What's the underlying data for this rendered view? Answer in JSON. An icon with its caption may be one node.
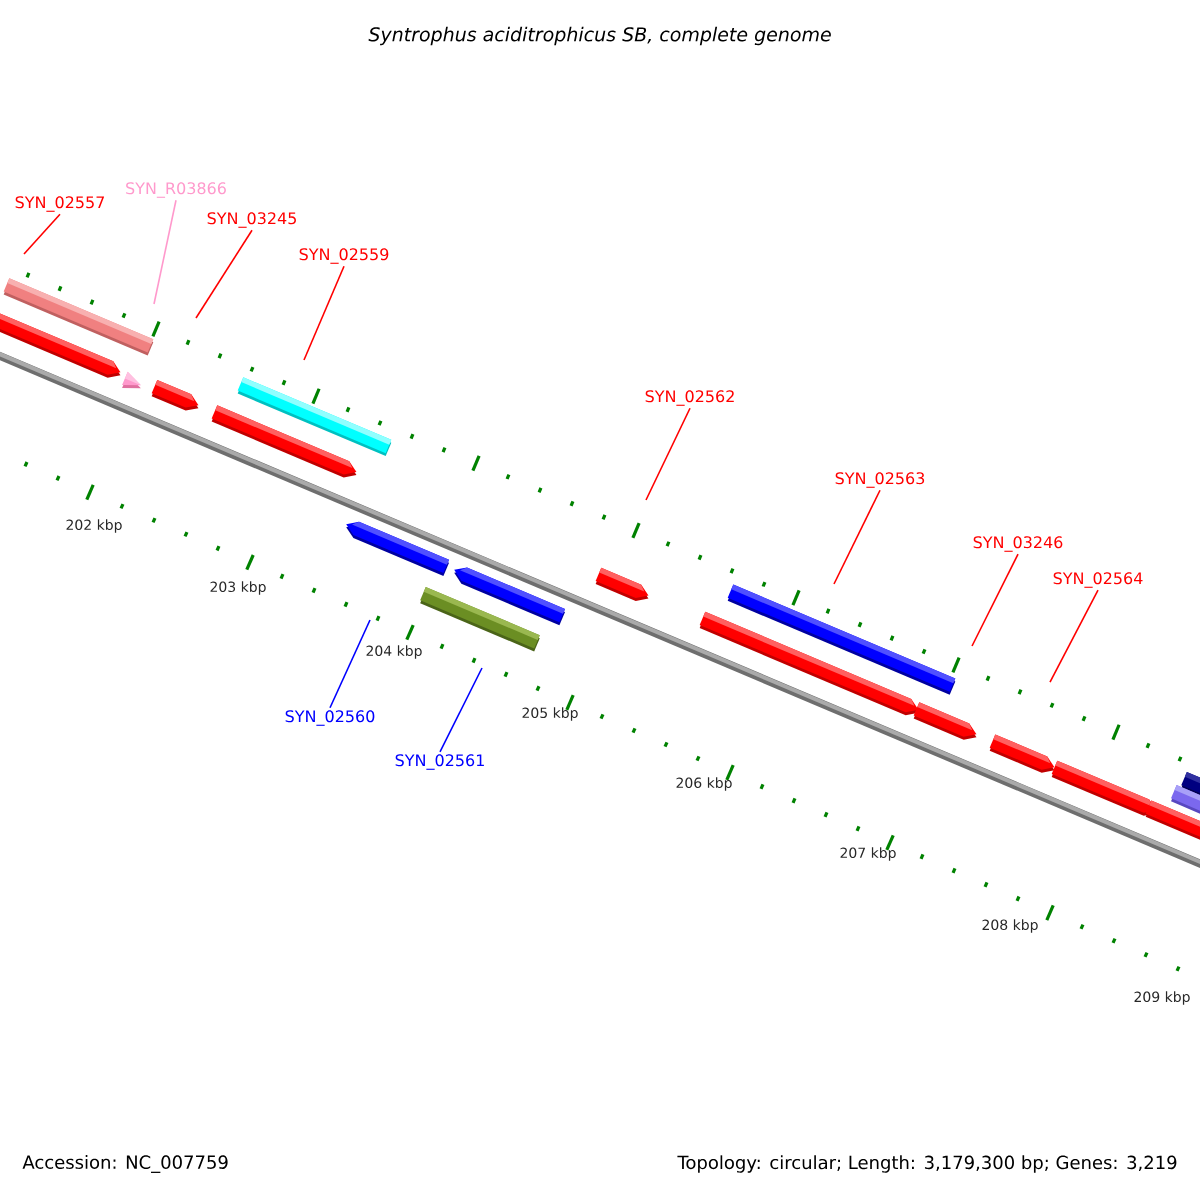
{
  "diagram": {
    "title": "Syntrophus aciditrophicus SB, complete genome",
    "nodes": [
      {
        "text": [
          "SYN_02557"
        ]
      },
      {
        "text": [
          "SYN_R03866"
        ]
      },
      {
        "text": [
          "SYN_03245"
        ]
      },
      {
        "text": [
          "SYN_02559"
        ]
      },
      {
        "text": [
          "SYN_02562"
        ]
      },
      {
        "text": [
          "SYN_02563"
        ]
      },
      {
        "text": [
          "SYN_03246"
        ]
      },
      {
        "text": [
          "SYN_02564"
        ]
      },
      {
        "text": [
          "SYN_02560"
        ]
      },
      {
        "text": [
          "SYN_02561"
        ]
      }
    ],
    "edges": [
      {
        "from": 0,
        "to": null,
        "arrow": "none"
      },
      {
        "from": 1,
        "to": null,
        "arrow": "none",
        "color": "#ff99cc"
      },
      {
        "from": 2,
        "to": null,
        "arrow": "none"
      },
      {
        "from": 3,
        "to": null,
        "arrow": "none"
      },
      {
        "from": 4,
        "to": null,
        "arrow": "none"
      },
      {
        "from": 5,
        "to": null,
        "arrow": "none"
      },
      {
        "from": 6,
        "to": null,
        "arrow": "none"
      },
      {
        "from": 7,
        "to": null,
        "arrow": "none"
      },
      {
        "from": 8,
        "to": null,
        "arrow": "none",
        "color": "#0000ff"
      },
      {
        "from": 9,
        "to": null,
        "arrow": "none",
        "color": "#0000ff"
      }
    ],
    "labels": [
      "202 kbp",
      "203 kbp",
      "204 kbp",
      "205 kbp",
      "206 kbp",
      "207 kbp",
      "208 kbp",
      "209 kbp",
      "Accession: NC_007759",
      "Topology: circular; Length: 3,179,300 bp; Genes: 3,219"
    ]
  }
}
